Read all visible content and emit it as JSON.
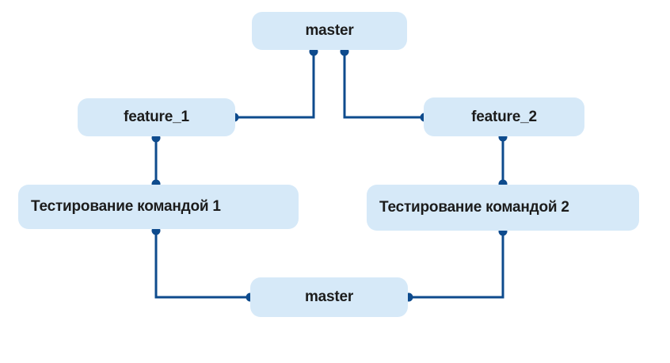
{
  "diagram": {
    "nodes": [
      {
        "id": "master-top",
        "label": "master"
      },
      {
        "id": "feature-1",
        "label": "feature_1"
      },
      {
        "id": "feature-2",
        "label": "feature_2"
      },
      {
        "id": "testing-1",
        "label": "Тестирование командой 1"
      },
      {
        "id": "testing-2",
        "label": "Тестирование командой 2"
      },
      {
        "id": "master-bottom",
        "label": "master"
      }
    ],
    "edges": [
      {
        "from": "master-top",
        "to": "feature-1"
      },
      {
        "from": "master-top",
        "to": "feature-2"
      },
      {
        "from": "feature-1",
        "to": "testing-1"
      },
      {
        "from": "feature-2",
        "to": "testing-2"
      },
      {
        "from": "testing-1",
        "to": "master-bottom"
      },
      {
        "from": "testing-2",
        "to": "master-bottom"
      }
    ],
    "colors": {
      "node_fill": "#d6e9f8",
      "edge": "#0e4b8d",
      "text": "#1c1c1c",
      "background": "#ffffff"
    }
  }
}
